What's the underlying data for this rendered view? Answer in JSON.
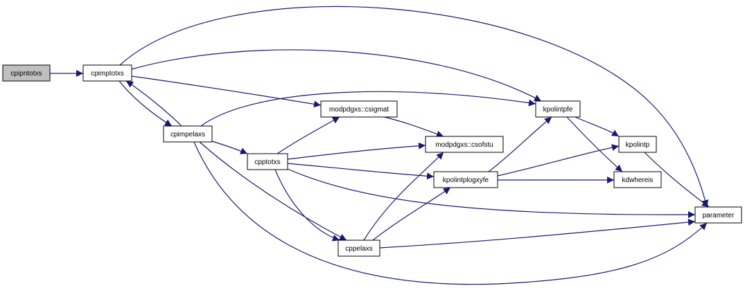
{
  "colors": {
    "edge": "#191970",
    "node_fill": "#ffffff",
    "root_fill": "#bfbfbf",
    "border": "#000000"
  },
  "nodes": [
    {
      "id": "cpipntotxs",
      "label": "cpipntotxs",
      "root": true
    },
    {
      "id": "cpimptotxs",
      "label": "cpimptotxs"
    },
    {
      "id": "cpimpelaxs",
      "label": "cpimpelaxs"
    },
    {
      "id": "modpdgxs-csigmat",
      "label": "modpdgxs::csigmat"
    },
    {
      "id": "cpptotxs",
      "label": "cpptotxs"
    },
    {
      "id": "modpdgxs-csofstu",
      "label": "modpdgxs::csofstu"
    },
    {
      "id": "kpolintpfe",
      "label": "kpolintpfe"
    },
    {
      "id": "kpolintp",
      "label": "kpolintp"
    },
    {
      "id": "kpolintplogxyfe",
      "label": "kpolintplogxyfe"
    },
    {
      "id": "kdwhereis",
      "label": "kdwhereis"
    },
    {
      "id": "cppelaxs",
      "label": "cppelaxs"
    },
    {
      "id": "parameter",
      "label": "parameter"
    }
  ],
  "edges": [
    {
      "from": "cpipntotxs",
      "to": "cpimptotxs"
    },
    {
      "from": "cpimptotxs",
      "to": "cpimpelaxs"
    },
    {
      "from": "cpimptotxs",
      "to": "modpdgxs-csigmat"
    },
    {
      "from": "cpimptotxs",
      "to": "kpolintpfe"
    },
    {
      "from": "cpimptotxs",
      "to": "parameter"
    },
    {
      "from": "cpimpelaxs",
      "to": "cpimptotxs"
    },
    {
      "from": "cpimpelaxs",
      "to": "cpptotxs"
    },
    {
      "from": "cpimpelaxs",
      "to": "kpolintpfe"
    },
    {
      "from": "cpimpelaxs",
      "to": "cppelaxs"
    },
    {
      "from": "cpimpelaxs",
      "to": "parameter"
    },
    {
      "from": "cpptotxs",
      "to": "modpdgxs-csigmat"
    },
    {
      "from": "cpptotxs",
      "to": "modpdgxs-csofstu"
    },
    {
      "from": "cpptotxs",
      "to": "kpolintplogxyfe"
    },
    {
      "from": "cpptotxs",
      "to": "cppelaxs"
    },
    {
      "from": "cpptotxs",
      "to": "parameter"
    },
    {
      "from": "modpdgxs-csigmat",
      "to": "modpdgxs-csofstu"
    },
    {
      "from": "kpolintpfe",
      "to": "kpolintp"
    },
    {
      "from": "kpolintpfe",
      "to": "kdwhereis"
    },
    {
      "from": "kpolintplogxyfe",
      "to": "kpolintpfe"
    },
    {
      "from": "kpolintplogxyfe",
      "to": "kpolintp"
    },
    {
      "from": "kpolintplogxyfe",
      "to": "kdwhereis"
    },
    {
      "from": "kpolintp",
      "to": "parameter"
    },
    {
      "from": "cppelaxs",
      "to": "modpdgxs-csofstu"
    },
    {
      "from": "cppelaxs",
      "to": "kpolintplogxyfe"
    },
    {
      "from": "cppelaxs",
      "to": "parameter"
    }
  ]
}
